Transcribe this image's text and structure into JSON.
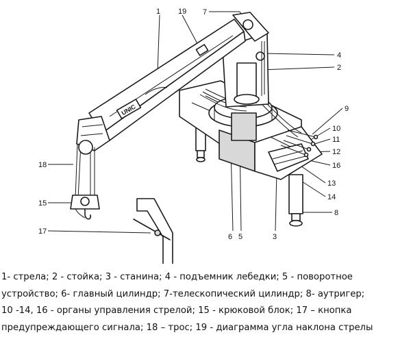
{
  "logo_text": "UNIC",
  "callouts": [
    "1",
    "19",
    "7",
    "4",
    "2",
    "9",
    "10",
    "11",
    "12",
    "16",
    "13",
    "14",
    "8",
    "3",
    "5",
    "6",
    "17",
    "15",
    "18"
  ],
  "caption_lines": [
    "1- стрела; 2 - стойка; 3 - станина; 4 - подъемник лебедки; 5 - поворотное",
    "устройство; 6- главный цилиндр; 7-телескопический цилиндр; 8- аутригер;",
    "10 -14, 16 - органы управления стрелой; 15 - крюковой блок; 17 – кнопка",
    "предупреждающего сигнала; 18 – трос; 19 - диаграмма угла наклона стрелы"
  ]
}
